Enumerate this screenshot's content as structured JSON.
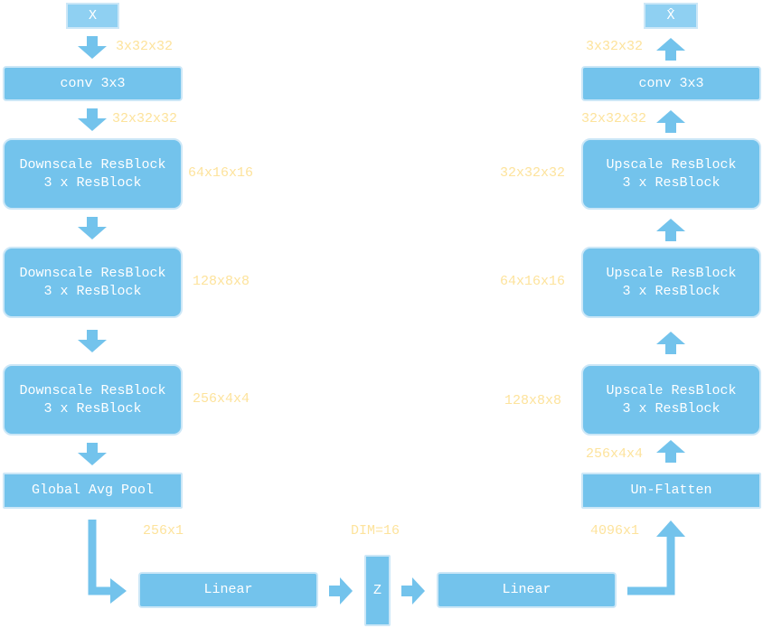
{
  "encoder": {
    "input_label": "X",
    "conv_label": "conv 3x3",
    "blocks": [
      {
        "line1": "Downscale ResBlock",
        "line2": "3 x ResBlock"
      },
      {
        "line1": "Downscale ResBlock",
        "line2": "3 x ResBlock"
      },
      {
        "line1": "Downscale ResBlock",
        "line2": "3 x ResBlock"
      }
    ],
    "pool_label": "Global Avg Pool",
    "dims": [
      "3x32x32",
      "32x32x32",
      "64x16x16",
      "128x8x8",
      "256x4x4",
      "256x1"
    ]
  },
  "bottleneck": {
    "linear_in_label": "Linear",
    "z_label": "Z",
    "linear_out_label": "Linear",
    "dim_label": "DIM=16"
  },
  "decoder": {
    "output_label": "X̂",
    "conv_label": "conv 3x3",
    "blocks": [
      {
        "line1": "Upscale ResBlock",
        "line2": "3 x ResBlock"
      },
      {
        "line1": "Upscale ResBlock",
        "line2": "3 x ResBlock"
      },
      {
        "line1": "Upscale ResBlock",
        "line2": "3 x ResBlock"
      }
    ],
    "unflatten_label": "Un-Flatten",
    "dims": [
      "3x32x32",
      "32x32x32",
      "32x32x32",
      "64x16x16",
      "128x8x8",
      "256x4x4",
      "4096x1"
    ]
  },
  "colors": {
    "block": "#73c3ec",
    "block_border": "#cce7f7",
    "io_box": "#8fd0f2",
    "dim_text": "#fde39c",
    "text": "#ffffff"
  }
}
